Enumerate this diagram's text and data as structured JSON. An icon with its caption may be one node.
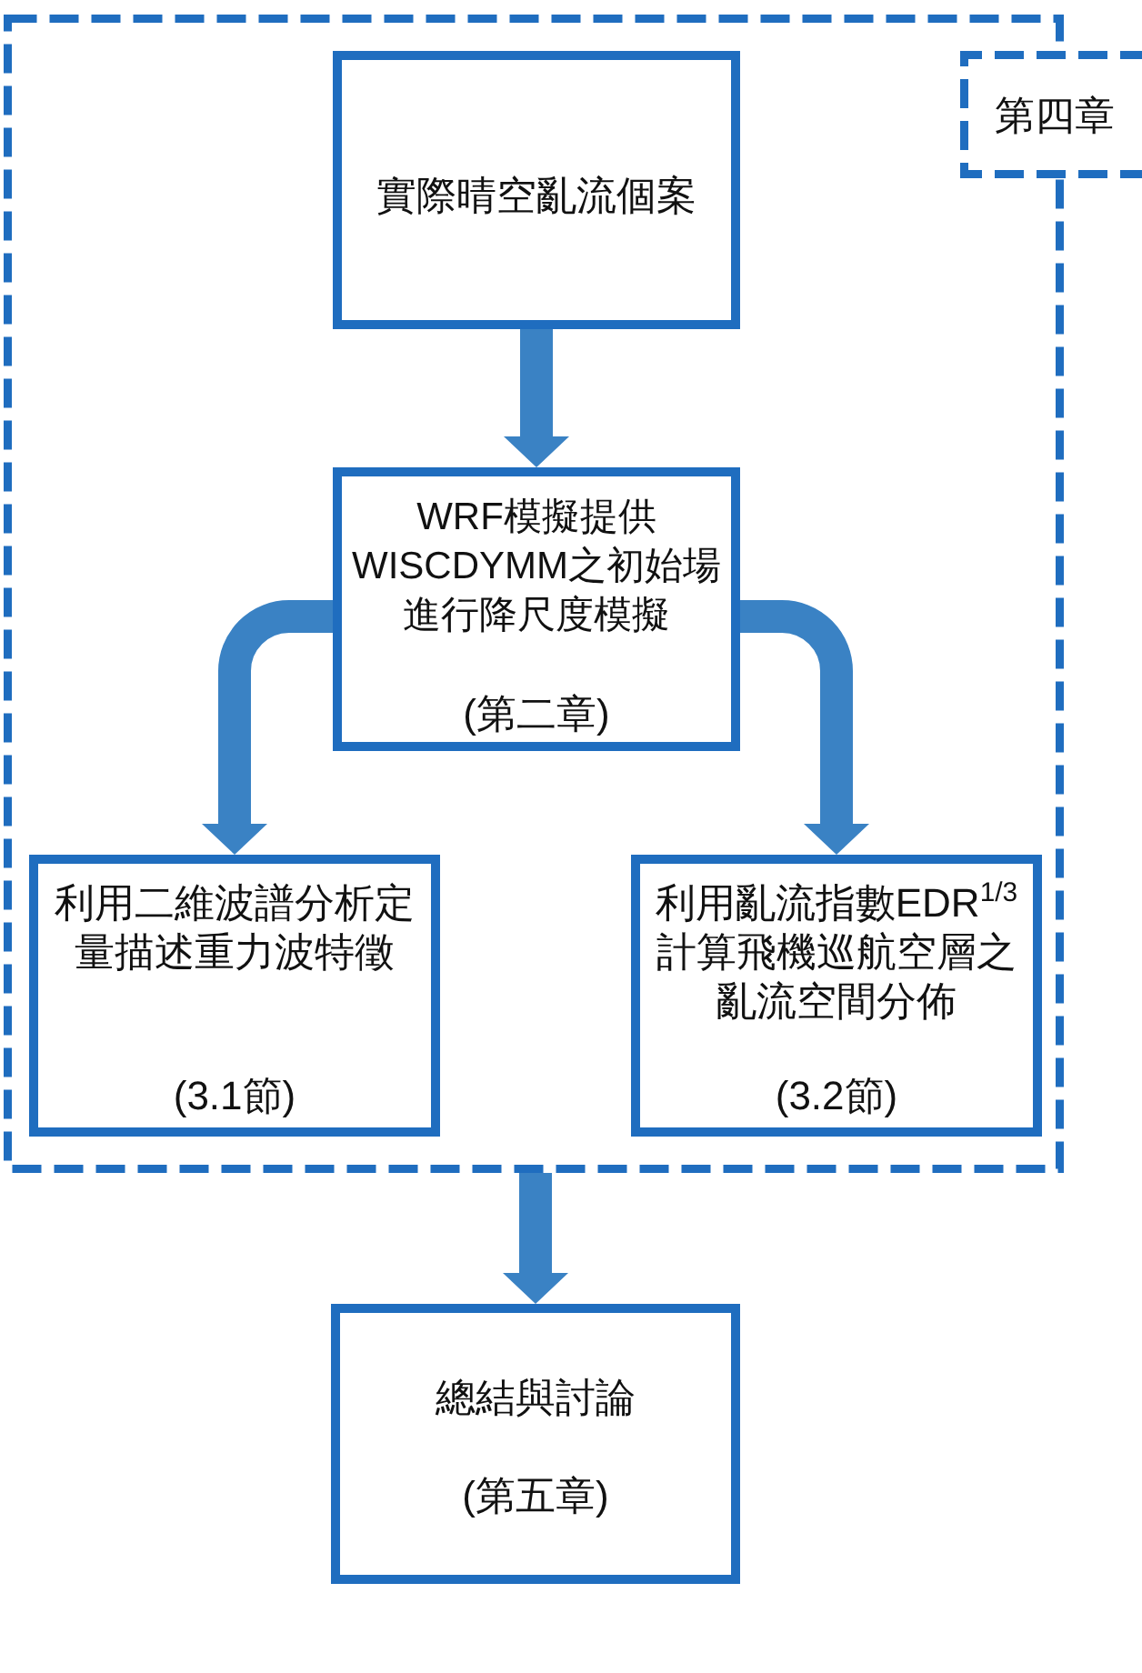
{
  "diagram": {
    "nodes": [
      {
        "text": [
          "第四章"
        ]
      },
      {
        "text": [
          "實際晴空亂流個案"
        ],
        "in": 0
      },
      {
        "text": [
          "WRF模擬提供WISCDYMM之初始場進行降尺度模擬",
          "(第二章)"
        ],
        "in": 0
      },
      {
        "text": [
          "利用二維波譜分析定量描述重力波特徵",
          "(3.1節)"
        ],
        "in": 0
      },
      {
        "text": [
          "利用亂流指數EDR$^{1/3}$計算飛機巡航空層之亂流空間分佈",
          "(3.2節)"
        ],
        "in": 0
      },
      {
        "text": [
          "總結與討論",
          "(第五章)"
        ]
      }
    ],
    "edges": [
      {
        "from": 1,
        "to": 2,
        "arrow": "to"
      },
      {
        "from": 2,
        "to": 3,
        "arrow": "to"
      },
      {
        "from": 2,
        "to": 4,
        "arrow": "to"
      },
      {
        "from": 0,
        "to": 5,
        "arrow": "to"
      }
    ]
  }
}
